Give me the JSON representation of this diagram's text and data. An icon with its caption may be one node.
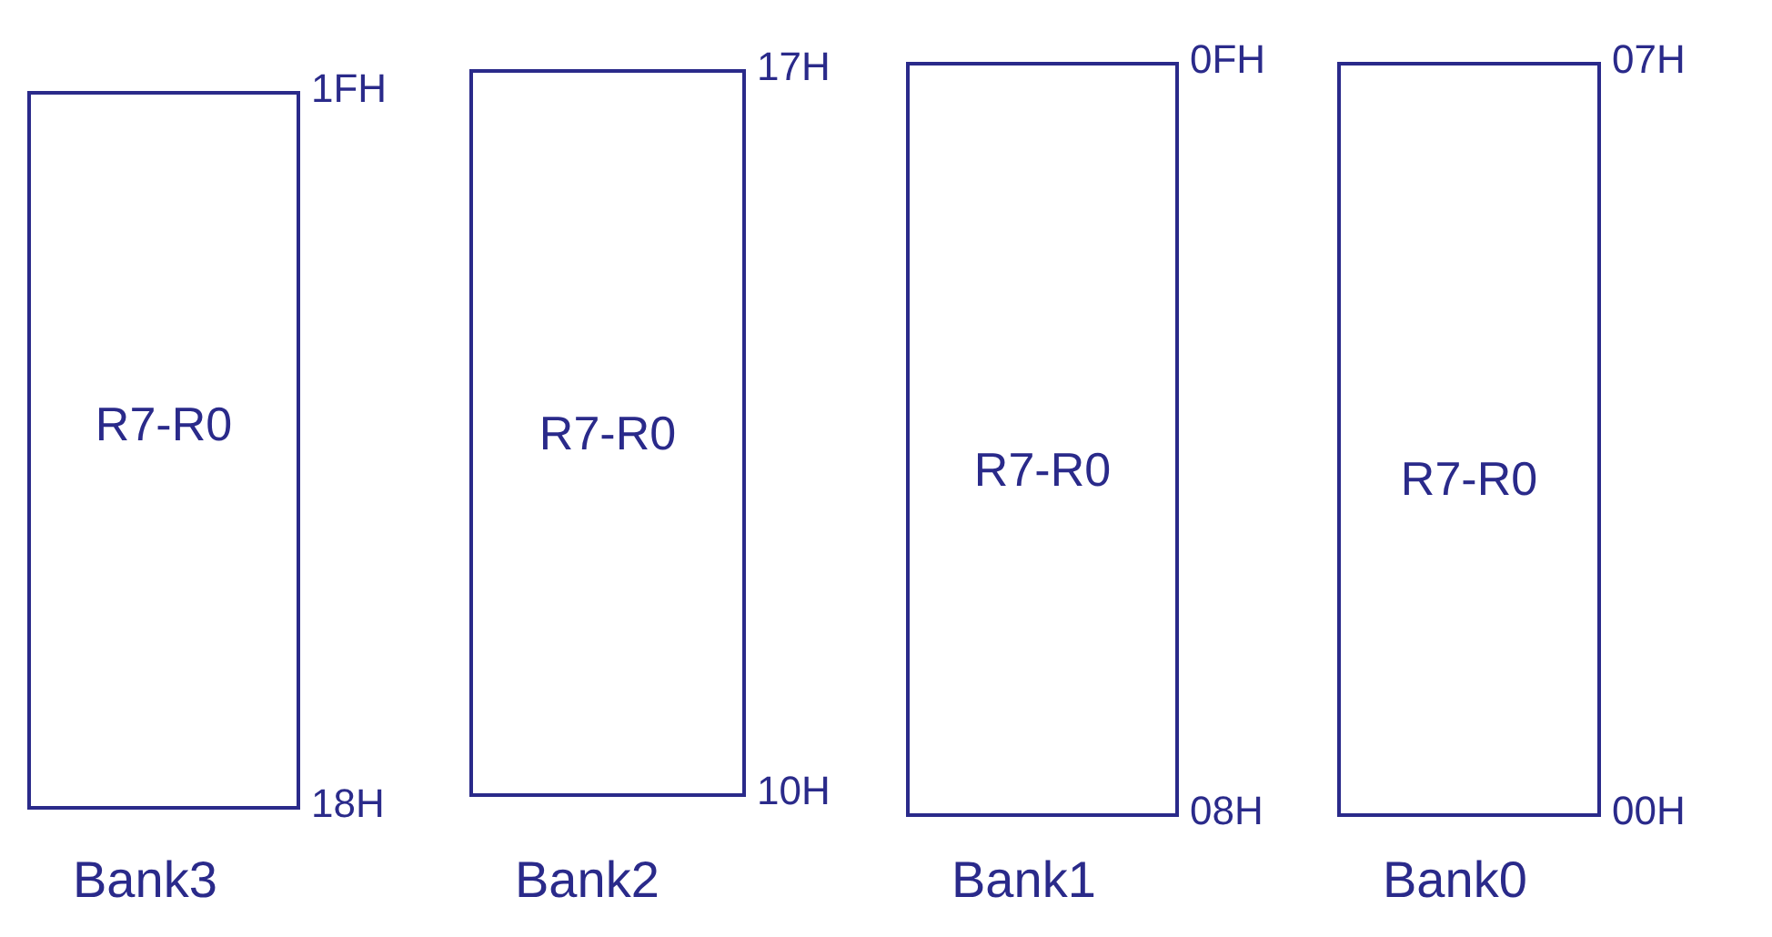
{
  "diagram": {
    "nodes": [
      {
        "text": [
          "R7-R0"
        ],
        "beside": [
          "1FH",
          "18H",
          "Bank3"
        ]
      },
      {
        "text": [
          "R7-R0"
        ],
        "beside": [
          "17H",
          "10H",
          "Bank2"
        ]
      },
      {
        "text": [
          "R7-R0"
        ],
        "beside": [
          "0FH",
          "08H",
          "Bank1"
        ]
      },
      {
        "text": [
          "R7-R0"
        ],
        "beside": [
          "07H",
          "00H",
          "Bank0"
        ]
      }
    ]
  }
}
